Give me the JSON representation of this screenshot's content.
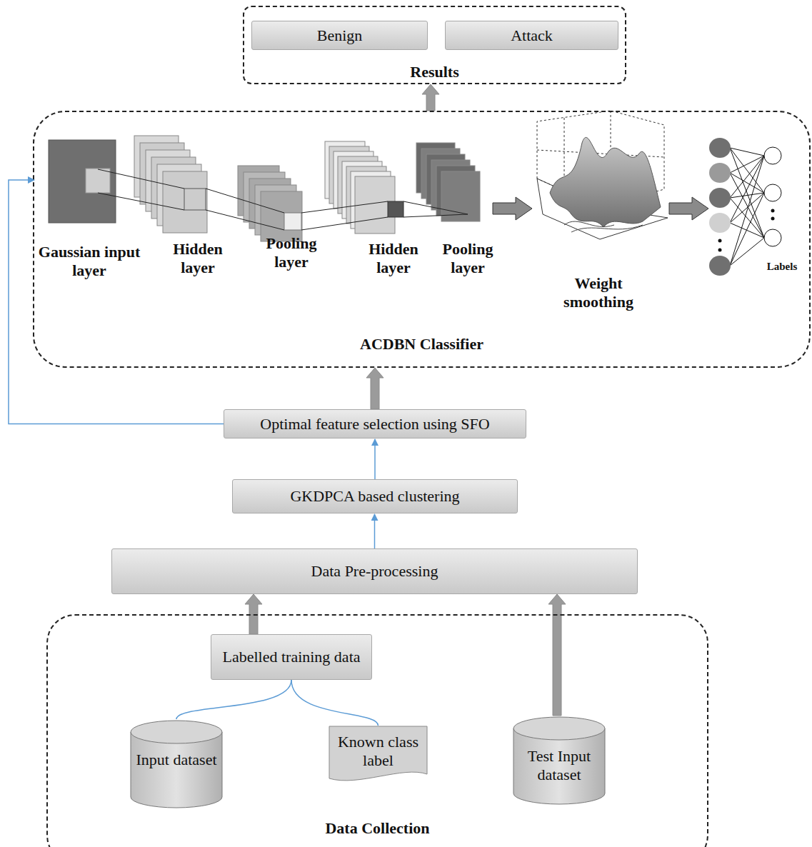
{
  "diagram": {
    "nodes": [
      {
        "text": [
          "Results"
        ]
      },
      {
        "text": [
          "Benign"
        ],
        "in": 0
      },
      {
        "text": [
          "Attack"
        ],
        "in": 0
      },
      {
        "text": [
          "ACDBN Classifier"
        ]
      },
      {
        "text": [
          "Optimal feature selection using SFO"
        ]
      },
      {
        "text": [
          "GKDPCA based clustering"
        ]
      },
      {
        "text": [
          "Data Pre-processing"
        ]
      },
      {
        "text": [
          "Data Collection"
        ]
      },
      {
        "text": [
          "Labelled training data"
        ],
        "in": 7
      },
      {
        "text": [
          "Input dataset"
        ],
        "in": 7
      },
      {
        "text": [
          "Known class label"
        ],
        "in": 7
      },
      {
        "text": [
          "Test Input dataset"
        ],
        "in": 7
      }
    ],
    "edges": [
      {
        "from": 3,
        "to": 0,
        "arrow": "to"
      },
      {
        "from": 4,
        "to": 3,
        "arrow": "to"
      },
      {
        "from": 4,
        "to": 3,
        "arrow": "to"
      },
      {
        "from": 5,
        "to": 4,
        "arrow": "to"
      },
      {
        "from": 6,
        "to": 5,
        "arrow": "to"
      },
      {
        "from": 8,
        "to": 6,
        "arrow": "to"
      },
      {
        "from": 11,
        "to": 6,
        "arrow": "to"
      },
      {
        "from": 9,
        "to": 8,
        "arrow": "none"
      },
      {
        "from": 10,
        "to": 8,
        "arrow": "none"
      }
    ],
    "labels": [
      "Gaussian input layer",
      "Hidden layer",
      "Pooling layer",
      "Hidden layer",
      "Pooling layer",
      "Weight smoothing",
      "Labels"
    ]
  }
}
